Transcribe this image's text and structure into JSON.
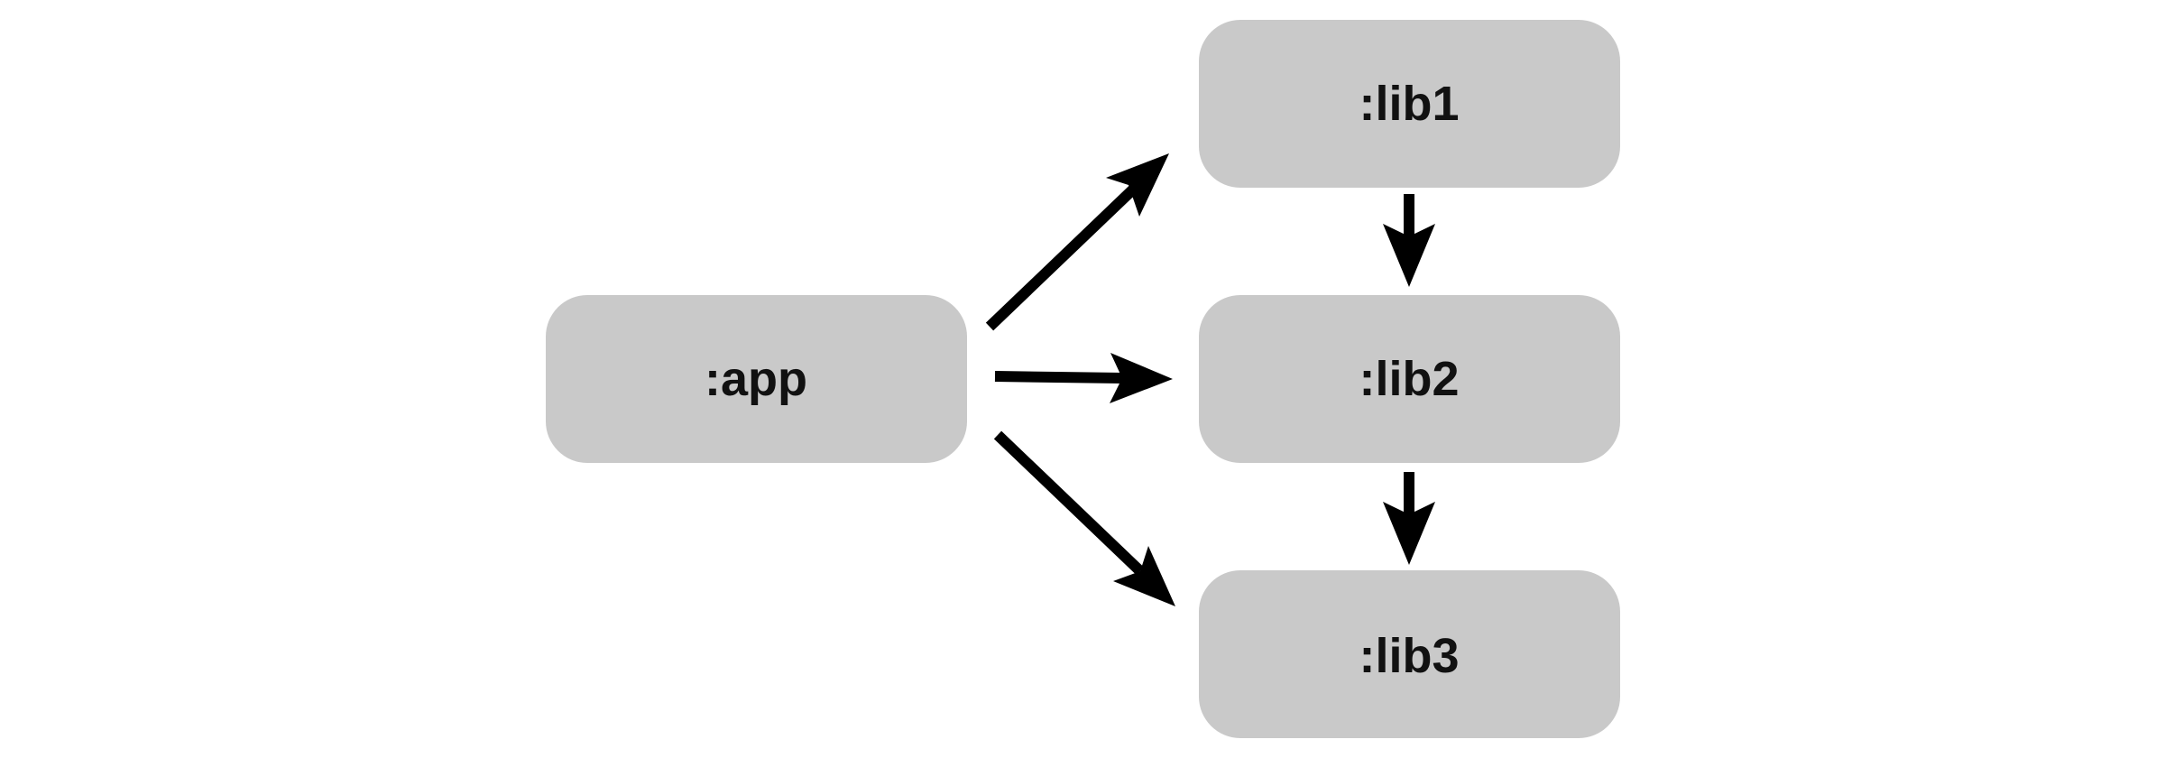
{
  "diagram": {
    "nodes": [
      {
        "id": "app",
        "label": ":app"
      },
      {
        "id": "lib1",
        "label": ":lib1"
      },
      {
        "id": "lib2",
        "label": ":lib2"
      },
      {
        "id": "lib3",
        "label": ":lib3"
      }
    ],
    "edges": [
      {
        "from": "app",
        "to": "lib1"
      },
      {
        "from": "app",
        "to": "lib2"
      },
      {
        "from": "app",
        "to": "lib3"
      },
      {
        "from": "lib1",
        "to": "lib2"
      },
      {
        "from": "lib2",
        "to": "lib3"
      }
    ],
    "colors": {
      "node_fill": "#c9c9c9",
      "text": "#111111",
      "arrow": "#000000",
      "background": "#ffffff"
    }
  }
}
